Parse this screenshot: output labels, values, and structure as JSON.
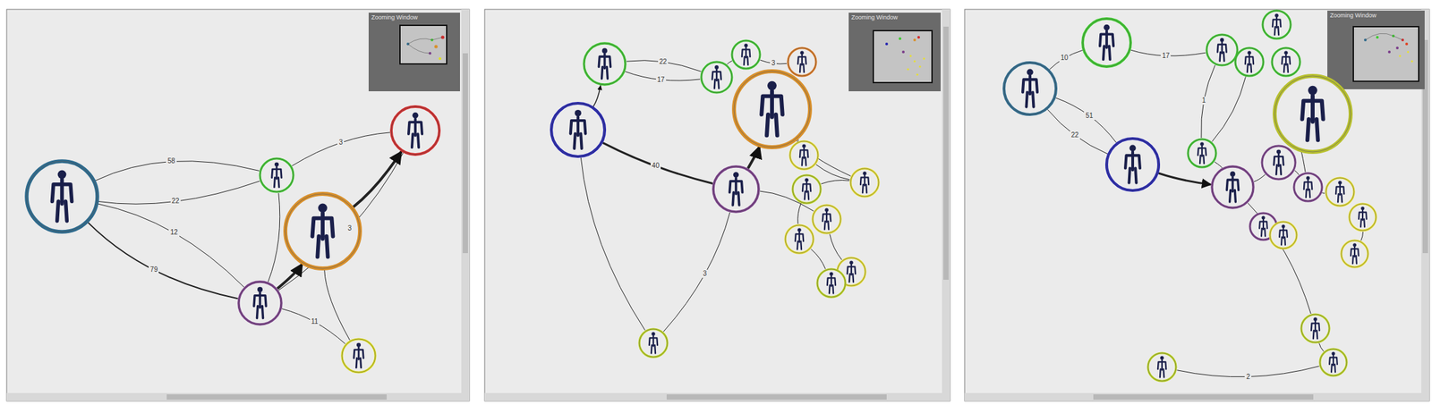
{
  "diagram": {
    "nodes": [
      {
        "text": []
      },
      {
        "text": []
      },
      {
        "text": []
      },
      {
        "text": []
      },
      {
        "text": []
      },
      {
        "text": []
      },
      {
        "text": []
      },
      {
        "text": []
      },
      {
        "text": []
      },
      {
        "text": []
      },
      {
        "text": []
      },
      {
        "text": []
      },
      {
        "text": []
      },
      {
        "text": []
      },
      {
        "text": []
      },
      {
        "text": []
      },
      {
        "text": []
      },
      {
        "text": []
      },
      {
        "text": []
      },
      {
        "text": []
      },
      {
        "text": []
      },
      {
        "text": []
      },
      {
        "text": []
      },
      {
        "text": []
      },
      {
        "text": []
      },
      {
        "text": []
      },
      {
        "text": []
      },
      {
        "text": []
      },
      {
        "text": []
      },
      {
        "text": []
      },
      {
        "text": []
      },
      {
        "text": []
      },
      {
        "text": []
      },
      {
        "text": []
      },
      {
        "text": []
      },
      {
        "text": []
      },
      {
        "text": []
      },
      {
        "text": []
      },
      {
        "text": []
      },
      {
        "text": []
      },
      {
        "text": []
      }
    ],
    "edges": [
      {
        "from": 0,
        "to": 1,
        "label": "58",
        "arrow": "none"
      },
      {
        "from": 0,
        "to": 1,
        "label": "22",
        "arrow": "none"
      },
      {
        "from": 0,
        "to": 4,
        "label": "12",
        "arrow": "none"
      },
      {
        "from": 0,
        "to": 4,
        "label": "79",
        "arrow": "none"
      },
      {
        "from": 1,
        "to": 2,
        "label": "3",
        "arrow": "none"
      },
      {
        "from": 4,
        "to": 2,
        "label": "3",
        "arrow": "none"
      },
      {
        "from": 3,
        "to": 2,
        "arrow": "to"
      },
      {
        "from": 4,
        "to": 3,
        "arrow": "to"
      },
      {
        "from": 4,
        "to": 5,
        "label": "11",
        "arrow": "none"
      },
      {
        "from": 3,
        "to": 5,
        "arrow": "none"
      },
      {
        "from": 1,
        "to": 4,
        "arrow": "none"
      },
      {
        "from": 6,
        "to": 7,
        "label": "17",
        "arrow": "none"
      },
      {
        "from": 6,
        "to": 7,
        "label": "22",
        "arrow": "none"
      },
      {
        "from": 11,
        "to": 6,
        "arrow": "to"
      },
      {
        "from": 11,
        "to": 12,
        "label": "40",
        "arrow": "none"
      },
      {
        "from": 12,
        "to": 10,
        "arrow": "to"
      },
      {
        "from": 7,
        "to": 8,
        "arrow": "none"
      },
      {
        "from": 8,
        "to": 9,
        "label": "3",
        "arrow": "none"
      },
      {
        "from": 12,
        "to": 20,
        "label": "3",
        "arrow": "none"
      },
      {
        "from": 11,
        "to": 20,
        "arrow": "none"
      },
      {
        "from": 10,
        "to": 13,
        "arrow": "none"
      },
      {
        "from": 13,
        "to": 17,
        "arrow": "none"
      },
      {
        "from": 14,
        "to": 17,
        "arrow": "none"
      },
      {
        "from": 15,
        "to": 18,
        "arrow": "none"
      },
      {
        "from": 16,
        "to": 19,
        "arrow": "none"
      },
      {
        "from": 14,
        "to": 16,
        "arrow": "none"
      },
      {
        "from": 12,
        "to": 15,
        "arrow": "none"
      },
      {
        "from": 10,
        "to": 17,
        "arrow": "none"
      },
      {
        "from": 21,
        "to": 22,
        "label": "10",
        "arrow": "none"
      },
      {
        "from": 22,
        "to": 23,
        "label": "17",
        "arrow": "none"
      },
      {
        "from": 21,
        "to": 28,
        "label": "51",
        "arrow": "none"
      },
      {
        "from": 21,
        "to": 28,
        "label": "22",
        "arrow": "none"
      },
      {
        "from": 28,
        "to": 30,
        "arrow": "to"
      },
      {
        "from": 23,
        "to": 29,
        "label": "1",
        "arrow": "none"
      },
      {
        "from": 29,
        "to": 30,
        "arrow": "none"
      },
      {
        "from": 30,
        "to": 31,
        "arrow": "none"
      },
      {
        "from": 31,
        "to": 32,
        "arrow": "none"
      },
      {
        "from": 32,
        "to": 35,
        "arrow": "none"
      },
      {
        "from": 33,
        "to": 34,
        "arrow": "none"
      },
      {
        "from": 27,
        "to": 32,
        "arrow": "none"
      },
      {
        "from": 25,
        "to": 29,
        "arrow": "none"
      },
      {
        "from": 38,
        "to": 39,
        "arrow": "none"
      },
      {
        "from": 30,
        "to": 38,
        "arrow": "none"
      },
      {
        "from": 40,
        "to": 39,
        "label": "2",
        "arrow": "none"
      },
      {
        "from": 36,
        "to": 37,
        "arrow": "none"
      }
    ],
    "labels": [
      "Zooming Window",
      "Zooming Window",
      "Zooming Window"
    ]
  }
}
